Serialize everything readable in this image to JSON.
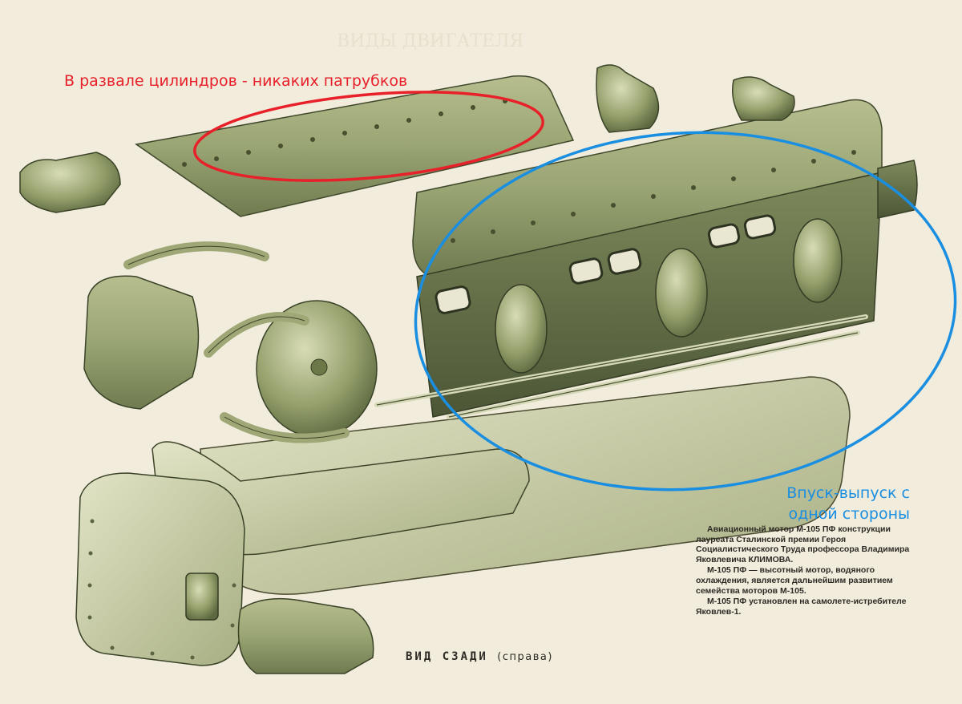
{
  "annotations": {
    "red": "В развале цилиндров - никаких патрубков",
    "blue_line1": "Впуск-выпуск с",
    "blue_line2": "одной стороны",
    "red_color": "#e8202a",
    "blue_color": "#1a8ee0"
  },
  "caption": {
    "p1": "Авиационный мотор М-105 ПФ конструкции лауреата Сталинской премии Героя Социалистического Труда профессора Владимира Яковлевича КЛИМОВА.",
    "p2": "М-105 ПФ — высотный мотор, водяного охлаждения, является дальнейшим развитием семейства моторов М-105.",
    "p3": "М-105 ПФ установлен на самолете-истребителе Яковлев-1."
  },
  "view_label": {
    "main": "ВИД СЗАДИ",
    "sub": "(справа)"
  }
}
